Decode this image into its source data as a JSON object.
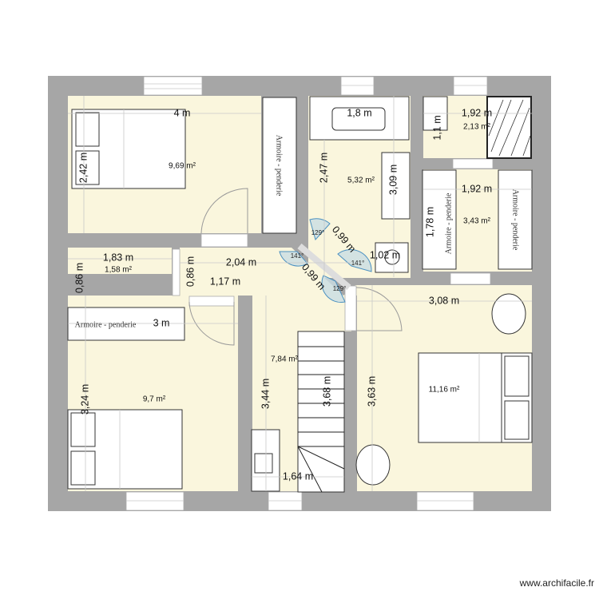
{
  "plan": {
    "colors": {
      "wall": "#a6a6a6",
      "room": "#faf6dd",
      "angle_marker": "#c9dde4"
    },
    "bedroom_top_left": {
      "width": "4 m",
      "height": "2,42 m",
      "area": "9,69 m²",
      "wardrobe": "Armoire - penderie"
    },
    "bathroom": {
      "bath_length": "1,8 m",
      "height": "2,47 m",
      "area": "5,32 m²",
      "vanity": "3,09 m",
      "toilet_width": "1,02 m"
    },
    "wc": {
      "width": "1,92 m",
      "height": "1,1 m",
      "area": "2,13 m²"
    },
    "dressing": {
      "width": "1,92 m",
      "height": "1,78 m",
      "area": "3,43 m²",
      "wardrobe_left": "Armoire - penderie",
      "wardrobe_right": "Armoire - penderie"
    },
    "angled_doors": {
      "angle_a": "129°",
      "angle_b": "141°",
      "angle_c": "141°",
      "angle_d": "129°",
      "width_a": "0,99 m",
      "width_b": "0,99 m"
    },
    "small_room": {
      "width": "1,83 m",
      "area": "1,58 m²",
      "height": "0,86 m"
    },
    "hallway": {
      "height_small": "0,86 m",
      "width_top": "2,04 m",
      "width_mid": "1,17 m",
      "area": "7,84 m²",
      "height": "3,44 m",
      "stairs": "3,68 m",
      "desk_width": "1,64 m"
    },
    "bedroom_bottom_left": {
      "width": "3 m",
      "wardrobe": "Armoire - penderie",
      "height": "3,24 m",
      "area": "9,7 m²"
    },
    "bedroom_bottom_right": {
      "width": "3,08 m",
      "height": "3,63 m",
      "area": "11,16 m²"
    }
  },
  "watermark": "www.archifacile.fr"
}
